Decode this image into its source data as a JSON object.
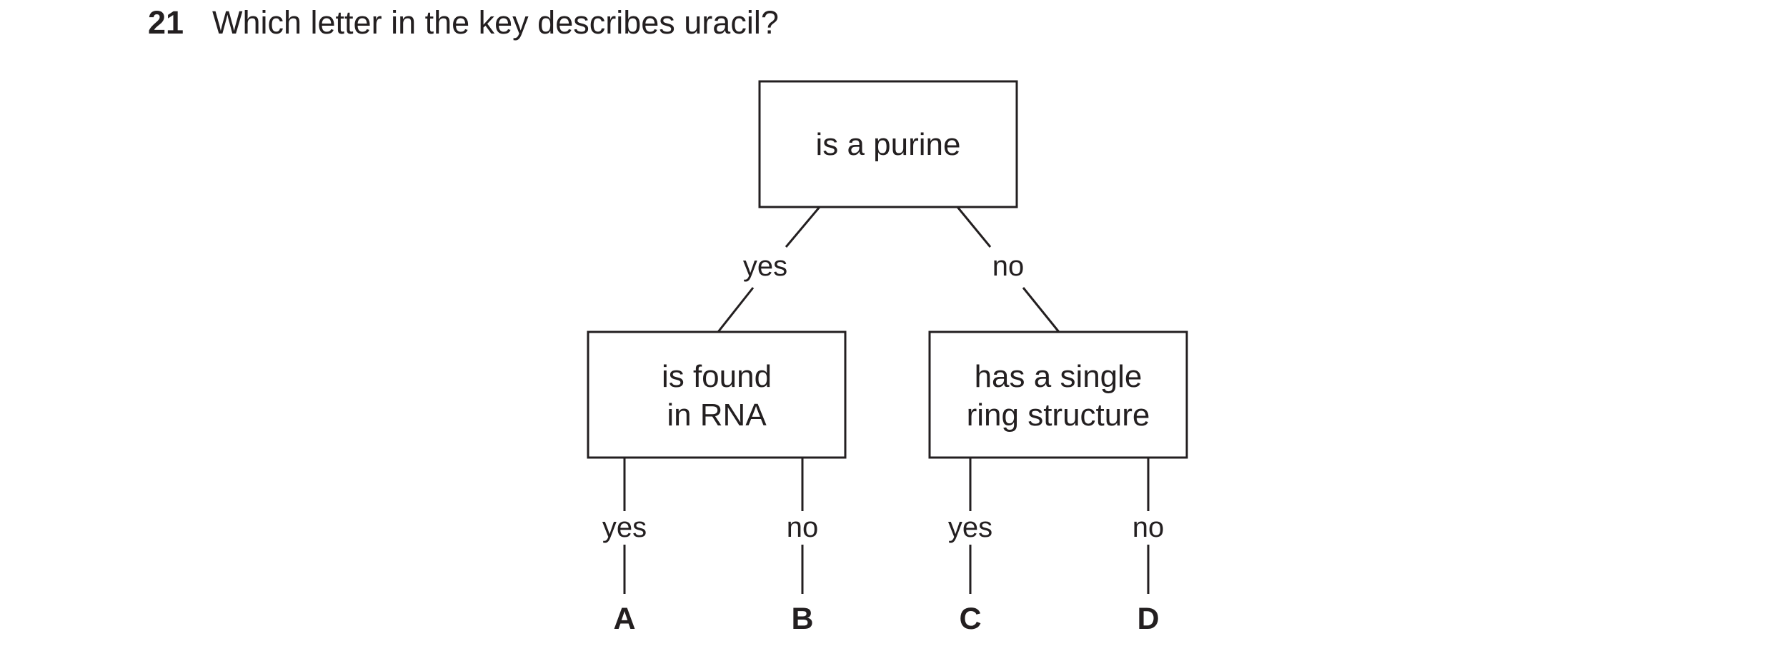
{
  "question": {
    "number": "21",
    "text": "Which letter in the key describes uracil?"
  },
  "key": {
    "root": {
      "text": "is a purine"
    },
    "branches_root": {
      "yes": "yes",
      "no": "no"
    },
    "left_node": {
      "line1": "is found",
      "line2": "in RNA"
    },
    "right_node": {
      "line1": "has a single",
      "line2": "ring structure"
    },
    "left_branches": {
      "yes": "yes",
      "no": "no"
    },
    "right_branches": {
      "yes": "yes",
      "no": "no"
    },
    "outcomes": [
      "A",
      "B",
      "C",
      "D"
    ]
  }
}
